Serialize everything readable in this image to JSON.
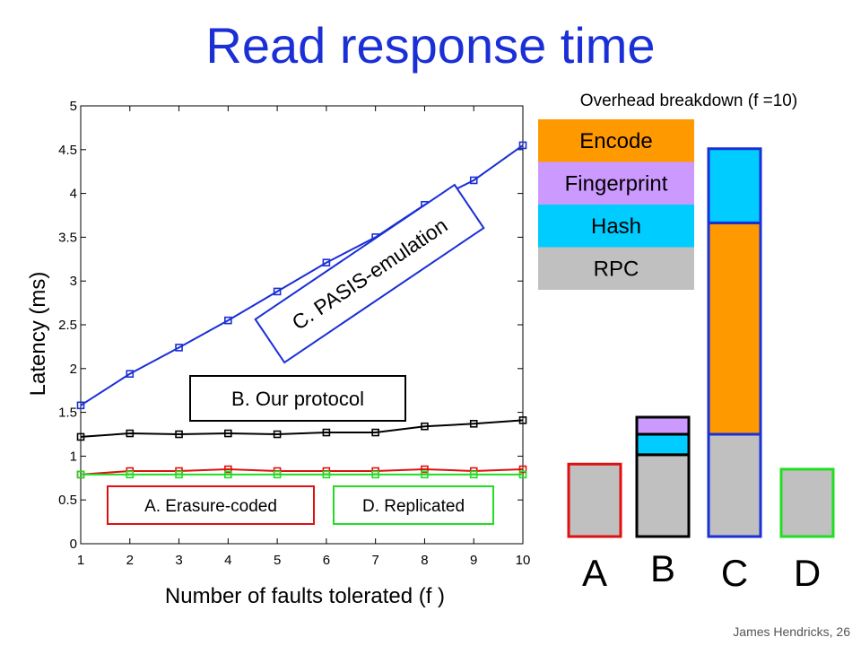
{
  "title": "Read response time",
  "footer": "James Hendricks, 26",
  "colors": {
    "title": "#1a2fd6",
    "erasure": "#e01010",
    "ours": "#000000",
    "pasis": "#1a2fd6",
    "replicated": "#22dd22",
    "encode": "#ff9900",
    "fingerprint": "#cc99ff",
    "hash": "#00ccff",
    "rpc": "#c0c0c0"
  },
  "chart_data": [
    {
      "type": "line",
      "xlabel": "Number of faults tolerated (f )",
      "ylabel": "Latency (ms)",
      "x": [
        1,
        2,
        3,
        4,
        5,
        6,
        7,
        8,
        9,
        10
      ],
      "xlim": [
        1,
        10
      ],
      "ylim": [
        0,
        5
      ],
      "yticks": [
        "0",
        "0.5",
        "1",
        "1.5",
        "2",
        "2.5",
        "3",
        "3.5",
        "4",
        "4.5",
        "5"
      ],
      "xticks": [
        "1",
        "2",
        "3",
        "4",
        "5",
        "6",
        "7",
        "8",
        "9",
        "10"
      ],
      "series": [
        {
          "name": "A. Erasure-coded",
          "color_key": "erasure",
          "values": [
            0.79,
            0.83,
            0.83,
            0.85,
            0.83,
            0.83,
            0.83,
            0.85,
            0.83,
            0.85
          ]
        },
        {
          "name": "B. Our protocol",
          "color_key": "ours",
          "values": [
            1.22,
            1.26,
            1.25,
            1.26,
            1.25,
            1.27,
            1.27,
            1.34,
            1.37,
            1.41
          ]
        },
        {
          "name": "C. PASIS-emulation",
          "color_key": "pasis",
          "values": [
            1.58,
            1.94,
            2.24,
            2.55,
            2.88,
            3.21,
            3.5,
            3.87,
            4.15,
            4.55
          ]
        },
        {
          "name": "D. Replicated",
          "color_key": "replicated",
          "values": [
            0.79,
            0.79,
            0.79,
            0.79,
            0.79,
            0.79,
            0.79,
            0.79,
            0.79,
            0.79
          ]
        }
      ]
    },
    {
      "type": "bar",
      "title": "Overhead breakdown (f =10)",
      "categories": [
        "A",
        "B",
        "C",
        "D"
      ],
      "stacks": [
        {
          "category": "A",
          "edge_key": "erasure",
          "segments": {
            "rpc": 0.85
          }
        },
        {
          "category": "B",
          "edge_key": "ours",
          "segments": {
            "rpc": 0.96,
            "hash": 0.24,
            "fingerprint": 0.2
          }
        },
        {
          "category": "C",
          "edge_key": "pasis",
          "segments": {
            "rpc": 1.2,
            "encode": 2.48,
            "hash": 0.87
          }
        },
        {
          "category": "D",
          "edge_key": "replicated",
          "segments": {
            "rpc": 0.79
          }
        }
      ],
      "legend": [
        {
          "key": "encode",
          "label": "Encode"
        },
        {
          "key": "fingerprint",
          "label": "Fingerprint"
        },
        {
          "key": "hash",
          "label": "Hash"
        },
        {
          "key": "rpc",
          "label": "RPC"
        }
      ]
    }
  ]
}
